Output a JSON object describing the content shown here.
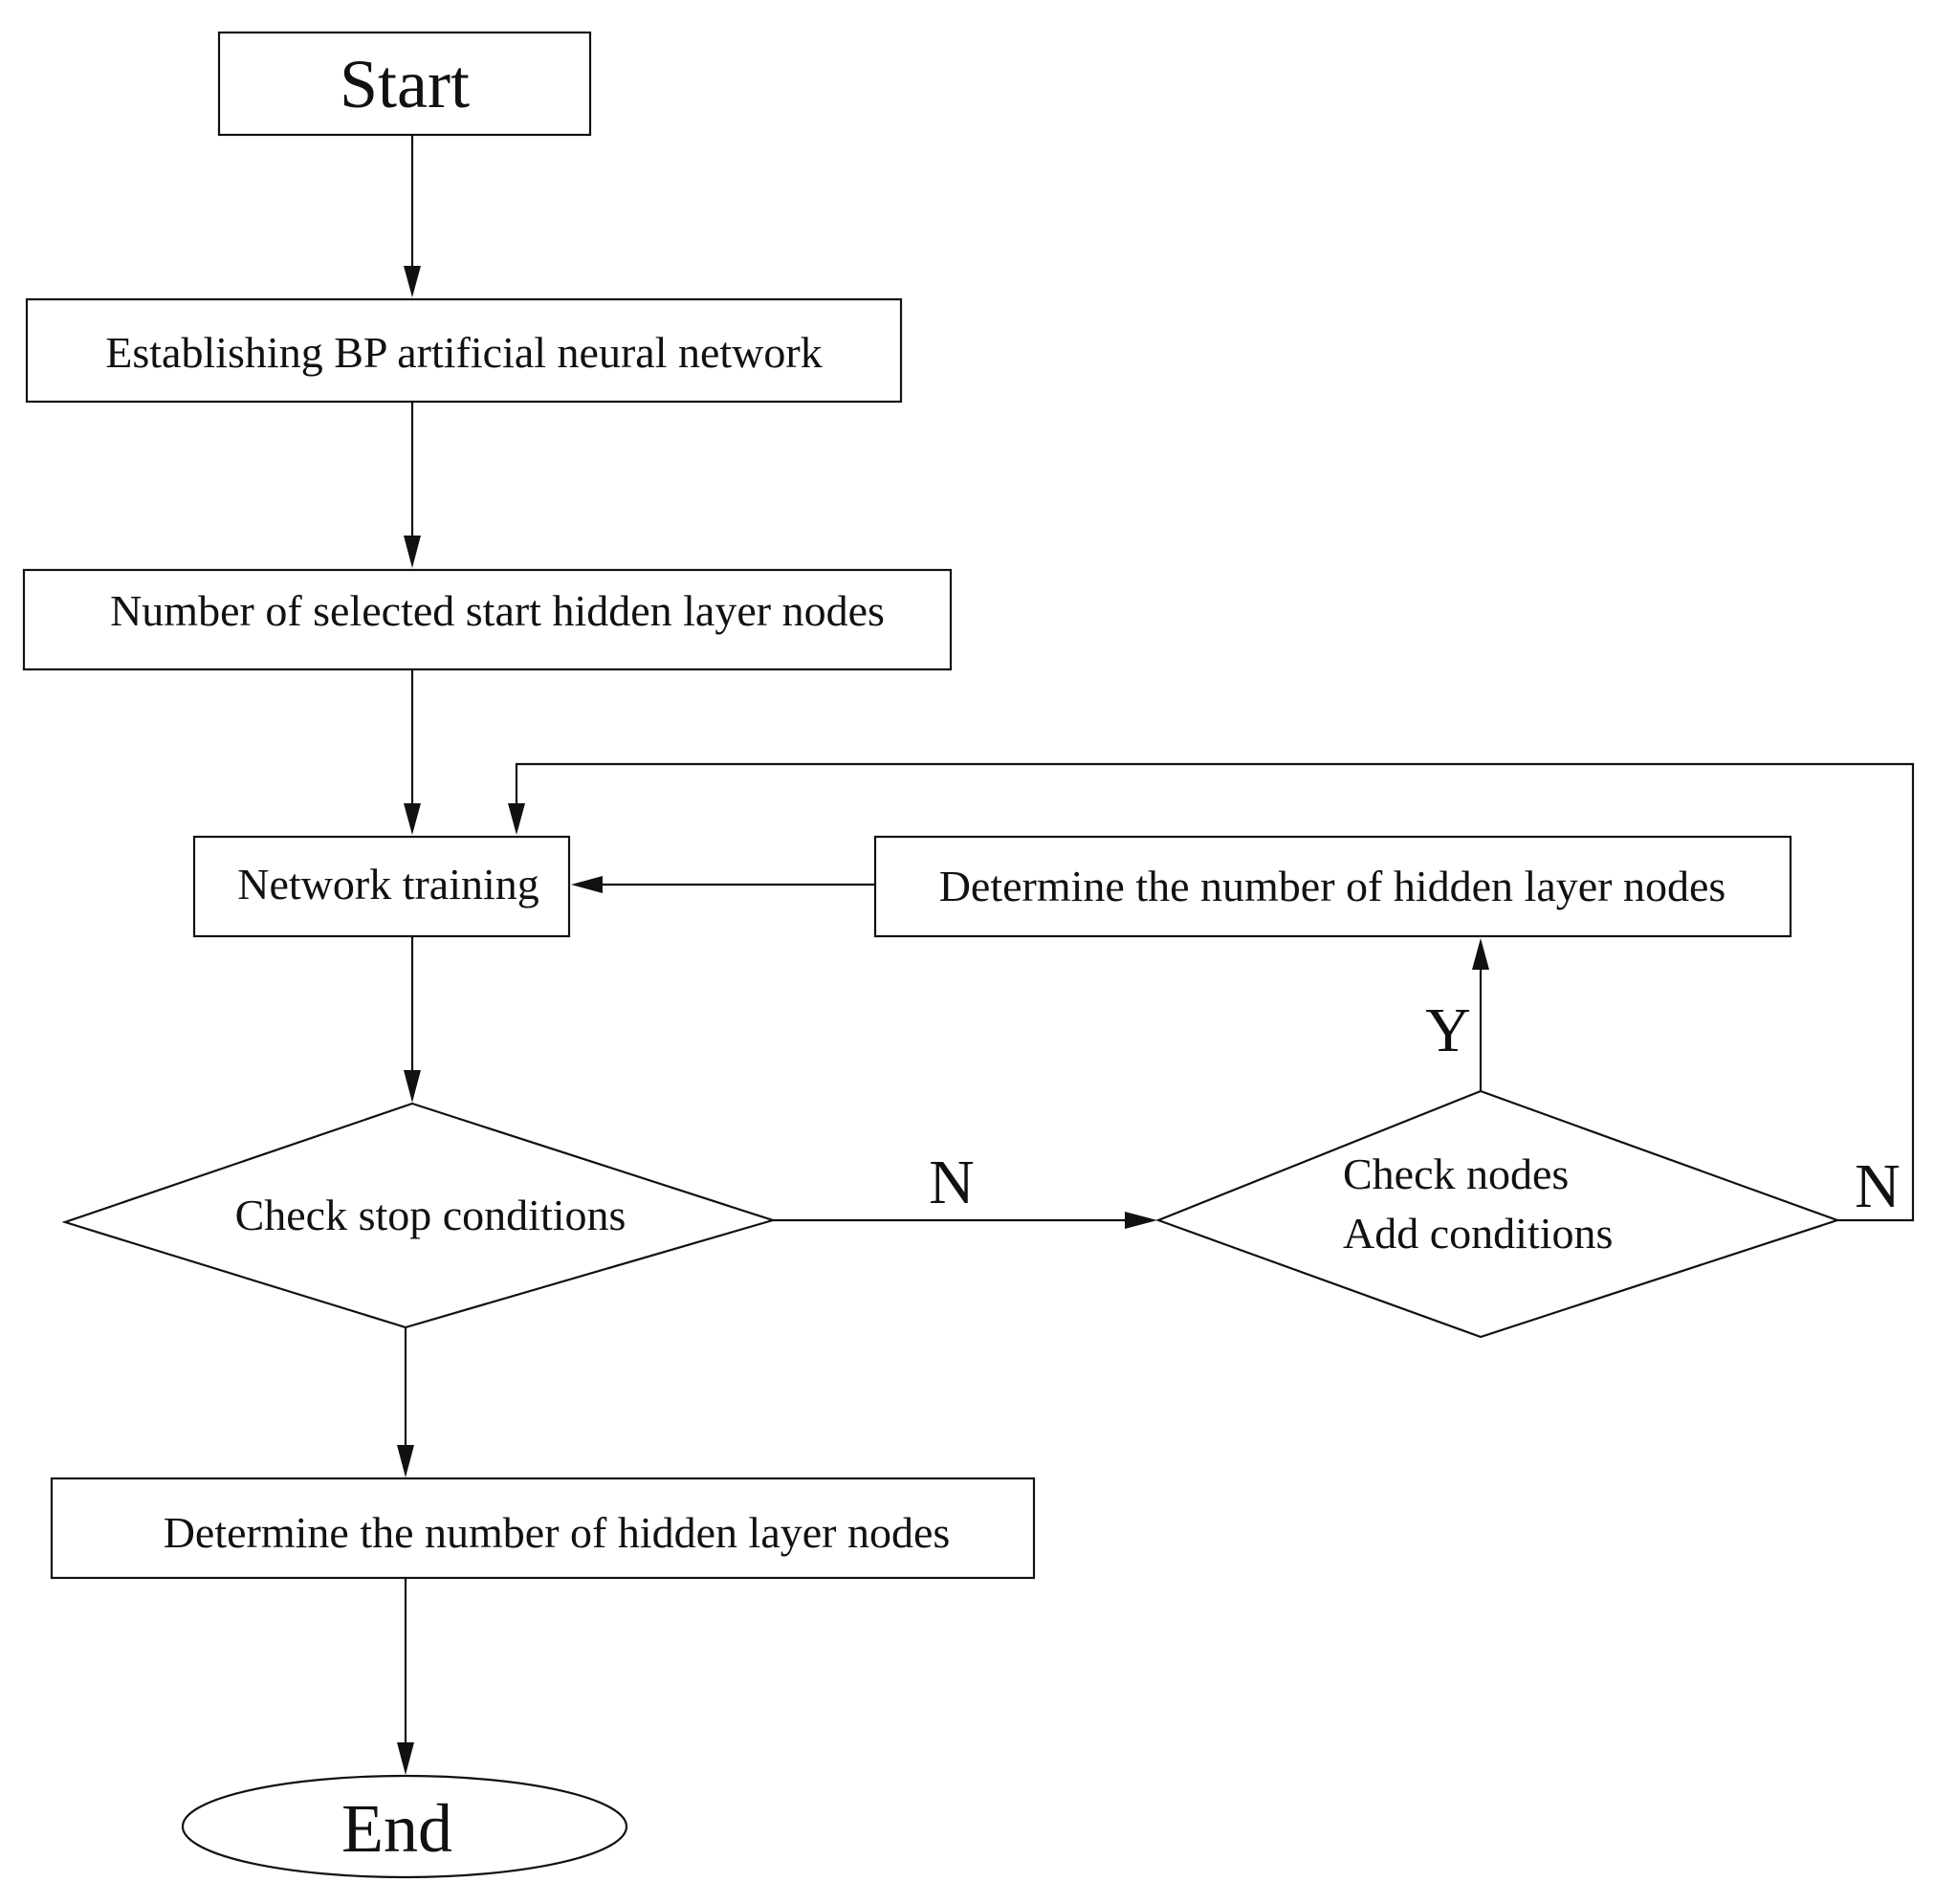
{
  "flowchart": {
    "start": "Start",
    "establish": "Establishing BP artificial neural network",
    "select_nodes": "Number of selected start hidden layer nodes",
    "training": "Network training",
    "check_stop": "Check stop conditions",
    "check_nodes_line1": "Check nodes",
    "check_nodes_line2": "Add conditions",
    "determine_loop": "Determine the number of hidden layer nodes",
    "determine_final": "Determine the number of hidden layer nodes",
    "end": "End",
    "label_n_stop": "N",
    "label_n_nodes": "N",
    "label_y": "Y"
  }
}
